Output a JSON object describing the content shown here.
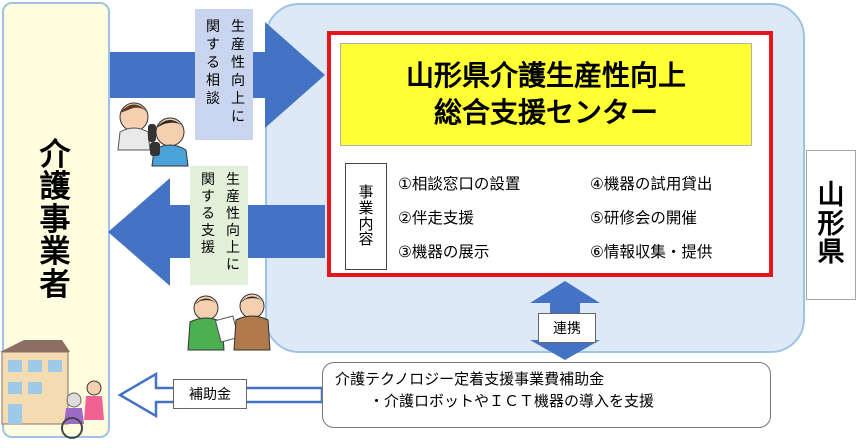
{
  "left": {
    "title_chars": [
      "介",
      "護",
      "事",
      "業",
      "者"
    ]
  },
  "right": {
    "label_chars": [
      "山",
      "形",
      "県"
    ]
  },
  "center": {
    "title_line1": "山形県介護生産性向上",
    "title_line2": "総合支援センター",
    "section_label_chars": [
      "事",
      "業",
      "内",
      "容"
    ],
    "items": [
      "①相談窓口の設置",
      "②伴走支援",
      "③機器の展示",
      "④機器の試用貸出",
      "⑤研修会の開催",
      "⑥情報収集・提供"
    ]
  },
  "arrows": {
    "consultation_label_chars": [
      "生",
      "産",
      "性",
      "向",
      "上",
      "に",
      "関",
      "す",
      "る",
      "相",
      "談"
    ],
    "support_label_chars": [
      "生",
      "産",
      "性",
      "向",
      "上",
      "に",
      "関",
      "す",
      "る",
      "支",
      "援"
    ],
    "cooperation_label": "連携",
    "subsidy_label": "補助金"
  },
  "subsidy": {
    "line1": "介護テクノロジー定着支援事業費補助金",
    "line2": "・介護ロボットやＩＣＴ機器の導入を支援"
  },
  "colors": {
    "arrow_blue": "#4472c4",
    "center_border": "#e8161b",
    "title_fill": "#ffff33",
    "right_panel": "#dde9f6",
    "left_panel": "#fffde0"
  },
  "icons": [
    "phone-consultation-people-icon",
    "support-consultation-people-icon",
    "care-facility-building-icon"
  ]
}
